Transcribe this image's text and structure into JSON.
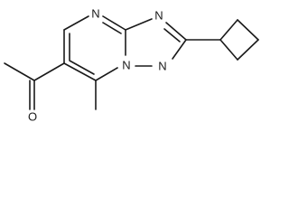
{
  "molecule": {
    "atoms": {
      "n_top": "N",
      "n_triazole_right": "N",
      "n_triazole_bottom": "N",
      "n_bridge": "N",
      "o_carbonyl": "O"
    }
  },
  "colors": {
    "bond": "#1a1a1a",
    "label": "#1a1a1a",
    "background": "#ffffff"
  }
}
